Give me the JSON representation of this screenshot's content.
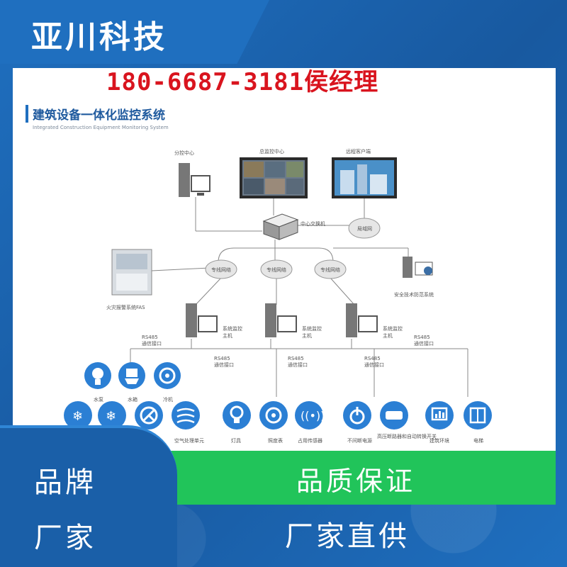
{
  "brand": "亚川科技",
  "phone": "180-6687-3181侯经理",
  "diagram": {
    "title": "建筑设备一体化监控系统",
    "subtitle": "Integrated Construction Equipment Monitoring System",
    "nodes": {
      "branch_center": "分控中心",
      "main_center": "总监控中心",
      "remote_client": "远程客户端",
      "central_switch": "中心交换机",
      "lan": "局域网",
      "dedicated_net": "专线网络",
      "fire_alarm": "火灾报警系统FAS",
      "security": "安全技术防范系统",
      "subsystem_host": [
        "系统监控",
        "主机"
      ],
      "rs485": [
        "RS485",
        "通信接口"
      ]
    },
    "devices": [
      "水泵",
      "水箱",
      "冷机",
      "空气处理单元",
      "灯具",
      "照度表",
      "占用传感器",
      "不间断电源",
      "高压断路器和自动转换开关",
      "建筑环境",
      "电梯"
    ]
  },
  "left_box": {
    "line1": "品牌",
    "line2": "厂家"
  },
  "green_bar": {
    "text": "品质保证"
  },
  "right_text": "厂家直供"
}
